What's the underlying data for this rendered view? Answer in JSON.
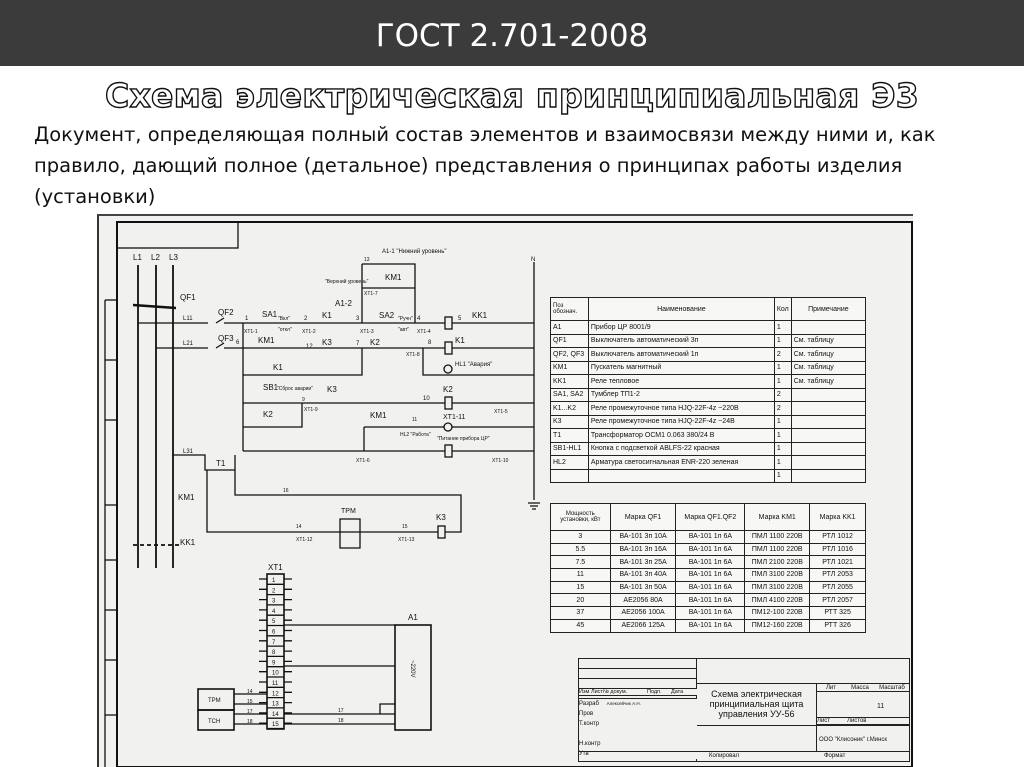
{
  "header": {
    "title": "ГОСТ 2.701-2008"
  },
  "subtitle": "Схема электрическая принципиальная  Э3",
  "description": "Документ, определяющая полный состав элементов и взаимосвязи между ними и, как правило, дающий полное (детальное) представления о принципах работы изделия (установки)",
  "schematic": {
    "labels": [
      "L1",
      "L2",
      "L3",
      "QF1",
      "L11",
      "QF2",
      "L21",
      "QF3",
      "6",
      "L31",
      "T1",
      "KM1",
      "KK1",
      "N",
      "A1-1 \"Нижний уровень\"",
      "13",
      "KM1",
      "XT1-7",
      "\"Верхний уровень\"",
      "A1-2",
      "SA1",
      "\"Вкл\"",
      "\"откл\"",
      "1",
      "XT1-1",
      "2",
      "XT1-2",
      "K1",
      "3",
      "XT1-3",
      "SA2",
      "\"Ручн\"",
      "\"авт\"",
      "4",
      "XT1-4",
      "5",
      "KK1",
      "KM1",
      "12",
      "K3",
      "7",
      "K2",
      "8",
      "XT1-8",
      "K1",
      "HL1 \"Авария\"",
      "K1",
      "SB1",
      "\"Сброс аварии\"",
      "9",
      "XT1-9",
      "K3",
      "10",
      "K2",
      "XT1-5",
      "K2",
      "KM1",
      "11",
      "XT1-11",
      "HL2 \"Работа\"",
      "\"Питание прибора ЦР\"",
      "XT1-6",
      "XT1-10",
      "16",
      "TPM",
      "14",
      "XT1-12",
      "15",
      "XT1-13",
      "K3",
      "XT1",
      "A1",
      "~220V",
      "TPM",
      "TCH",
      "14",
      "15",
      "17",
      "18",
      "17",
      "18"
    ],
    "terminals": [
      "1",
      "2",
      "3",
      "4",
      "5",
      "6",
      "7",
      "8",
      "9",
      "10",
      "11",
      "12",
      "13",
      "14",
      "15"
    ]
  },
  "components_table": {
    "headers": [
      "Поз обознач.",
      "Наименование",
      "Кол",
      "Примечание"
    ],
    "rows": [
      [
        "A1",
        "Прибор ЦР 8001/9",
        "1",
        ""
      ],
      [
        "QF1",
        "Выключатель автоматический 3п",
        "1",
        "См. таблицу"
      ],
      [
        "QF2, QF3",
        "Выключатель автоматический 1п",
        "2",
        "См. таблицу"
      ],
      [
        "KM1",
        "Пускатель магнитный",
        "1",
        "См. таблицу"
      ],
      [
        "KK1",
        "Реле тепловое",
        "1",
        "См. таблицу"
      ],
      [
        "SA1, SA2",
        "Тумблер ТП1-2",
        "2",
        ""
      ],
      [
        "K1...K2",
        "Реле промежуточное типа HJQ-22F-4z ~220В",
        "2",
        ""
      ],
      [
        "K3",
        "Реле промежуточное типа HJQ-22F-4z ~24В",
        "1",
        ""
      ],
      [
        "T1",
        "Трансформатор ОСМ1 0.063 380/24 В",
        "1",
        ""
      ],
      [
        "SB1-HL1",
        "Кнопка с подсветкой ABLFS-22 красная",
        "1",
        ""
      ],
      [
        "HL2",
        "Арматура светосигнальная ENR-220 зеленая",
        "1",
        ""
      ],
      [
        "",
        "",
        "1",
        ""
      ]
    ]
  },
  "power_table": {
    "headers": [
      "Мощность установки, кВт",
      "Марка QF1",
      "Марка QF1.QF2",
      "Марка KM1",
      "Марка KK1"
    ],
    "rows": [
      [
        "3",
        "ВА-101 3п 10А",
        "ВА-101 1п 6А",
        "ПМЛ 1100 220В",
        "РТЛ 1012"
      ],
      [
        "5.5",
        "ВА-101 3п 16А",
        "ВА-101 1п 6А",
        "ПМЛ 1100 220В",
        "РТЛ 1016"
      ],
      [
        "7.5",
        "ВА-101 3п 25А",
        "ВА-101 1п 6А",
        "ПМЛ 2100 220В",
        "РТЛ 1021"
      ],
      [
        "11",
        "ВА-101 3п 40А",
        "ВА-101 1п 6А",
        "ПМЛ 3100 220В",
        "РТЛ 2053"
      ],
      [
        "15",
        "ВА-101 3п 50А",
        "ВА-101 1п 6А",
        "ПМЛ 3100 220В",
        "РТЛ 2055"
      ],
      [
        "20",
        "АЕ2056 80А",
        "ВА-101 1п 6А",
        "ПМЛ 4100 220В",
        "РТЛ 2057"
      ],
      [
        "37",
        "АЕ2056 100А",
        "ВА-101 1п 6А",
        "ПМ12-100 220В",
        "РТТ 325"
      ],
      [
        "45",
        "АЕ2066 125А",
        "ВА-101 1п 6А",
        "ПМ12-160 220В",
        "РТТ 326"
      ]
    ]
  },
  "title_block": {
    "doc_title": "Схема электрическая принципиальная щита управления УУ-56",
    "cols": [
      "Изм",
      "Лист",
      "№ докум.",
      "Подп.",
      "Дата"
    ],
    "rows": [
      "Разраб",
      "Пров",
      "Т.контр",
      "Н.контр",
      "Утв"
    ],
    "developer": "Алексейчик А.Н.",
    "lit": "Лит",
    "mass": "Масса",
    "scale": "Масштаб",
    "scale_value": "11",
    "sheet": "Лист",
    "sheets": "Листов",
    "org": "ООО \"Клисоник\" г.Минск",
    "copied": "Копировал",
    "format": "Формат"
  }
}
